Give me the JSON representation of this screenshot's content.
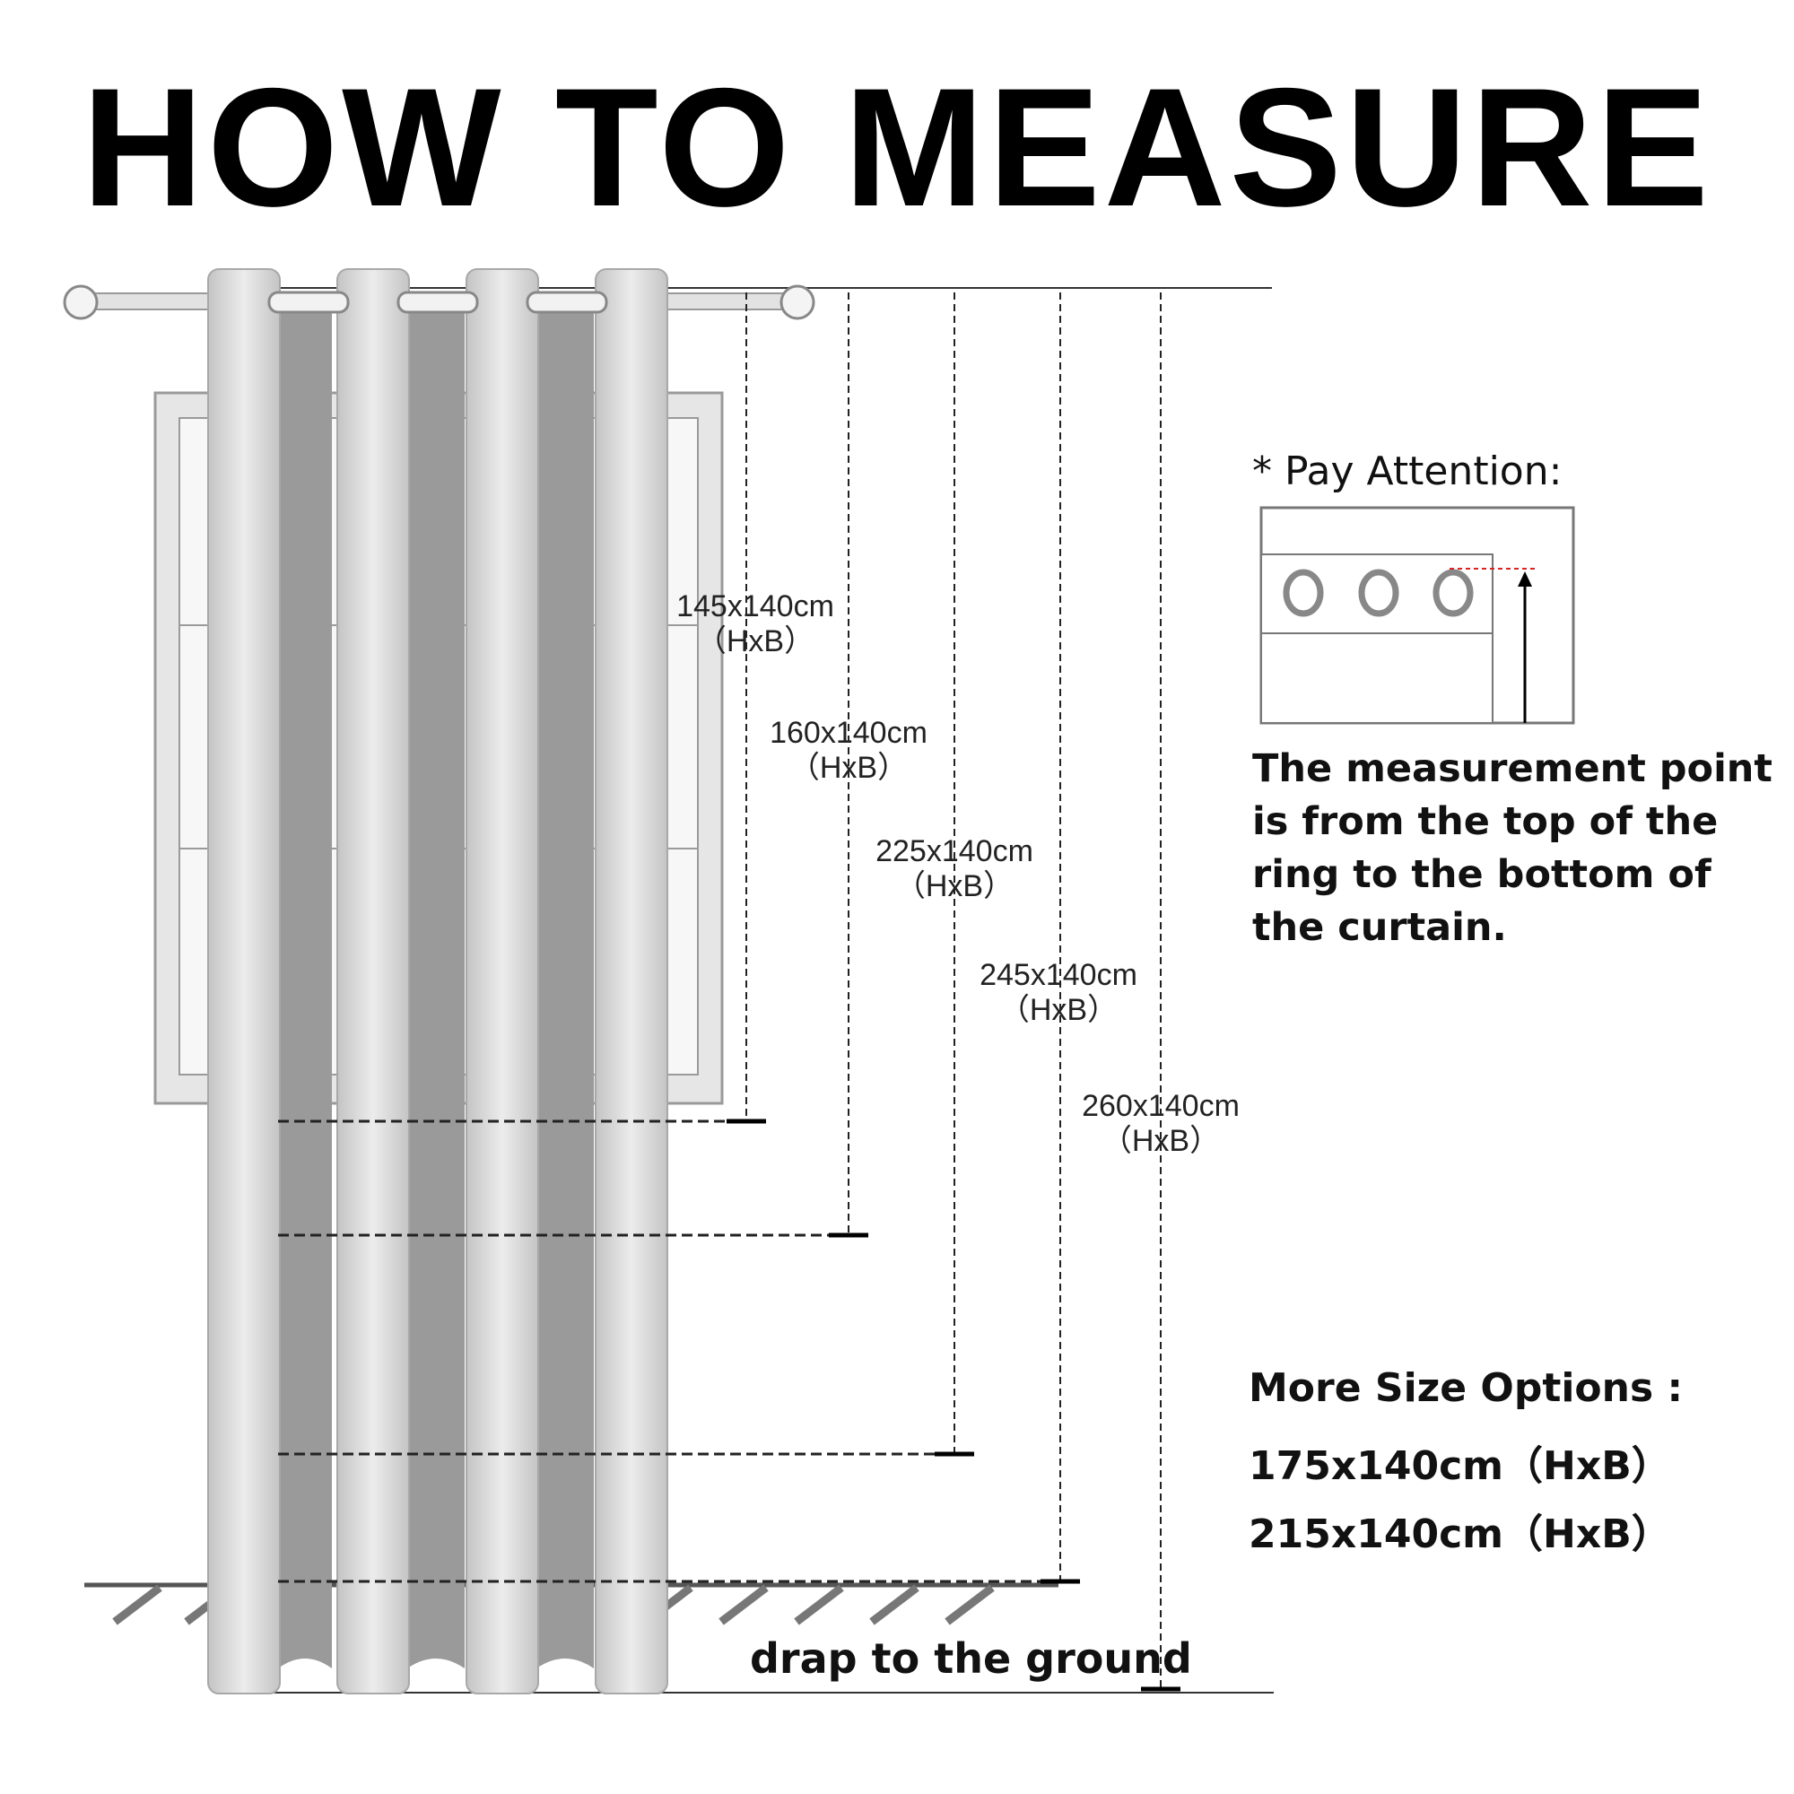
{
  "title": "HOW TO MEASURE",
  "sizes": [
    {
      "label": "145x140cm",
      "unit": "（HxB）"
    },
    {
      "label": "160x140cm",
      "unit": "（HxB）"
    },
    {
      "label": "225x140cm",
      "unit": "（HxB）"
    },
    {
      "label": "245x140cm",
      "unit": "（HxB）"
    },
    {
      "label": "260x140cm",
      "unit": "（HxB）"
    }
  ],
  "attention": {
    "heading": "* Pay Attention:",
    "note": "The measurement point is from the top of the ring to the bottom of the curtain."
  },
  "more_sizes": {
    "heading": "More Size Options :",
    "items": [
      "175x140cm（HxB）",
      "215x140cm（HxB）"
    ]
  },
  "ground_label": "drap to the ground",
  "colors": {
    "curtain_light": "#d4d4d4",
    "curtain_dark": "#9a9a9a",
    "guide_line": "#222222",
    "marker_red": "#e02020"
  }
}
